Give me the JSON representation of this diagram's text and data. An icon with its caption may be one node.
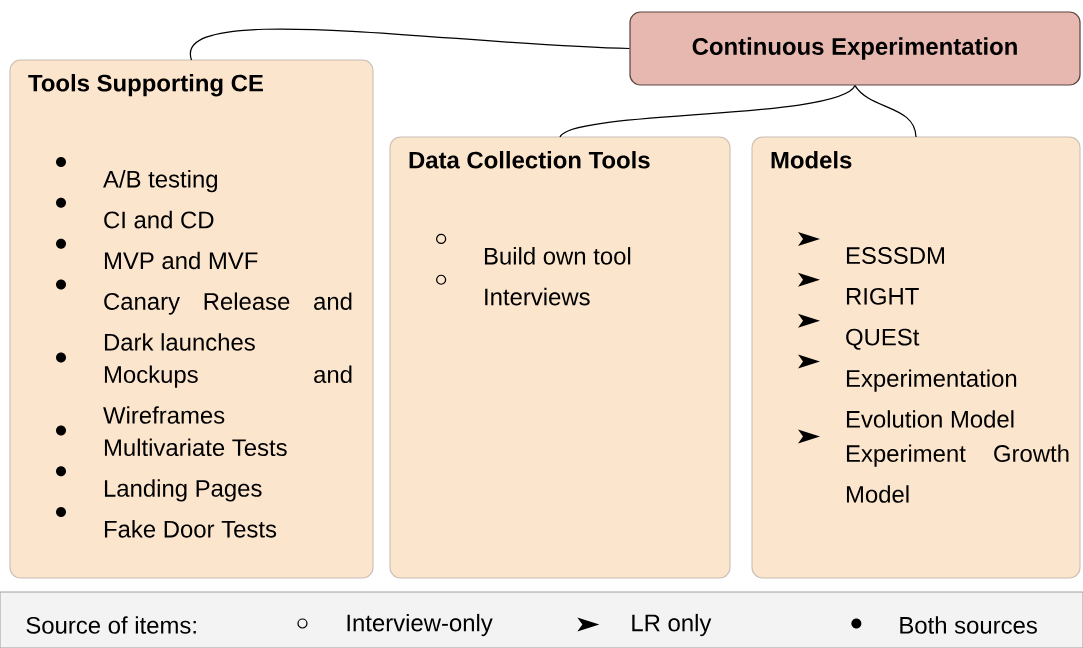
{
  "diagram": {
    "nodes": [
      {
        "text": [
          "Continuous Experimentation"
        ]
      },
      {
        "text": [
          "Tools Supporting CE",
          "A/B testing",
          "CI and CD",
          "MVP and MVF",
          "Canary Release and Dark launches",
          "Mockups and Wireframes",
          "Multivariate Tests",
          "Landing Pages",
          "Fake Door Tests"
        ]
      },
      {
        "text": [
          "Data Collection Tools",
          "Build own tool",
          "Interviews"
        ]
      },
      {
        "text": [
          "Models",
          "ESSSDM",
          "RIGHT",
          "QUESt",
          "Experimentation Evolution Model",
          "Experiment Growth Model"
        ]
      }
    ],
    "edges": [
      {
        "from": 0,
        "to": 1,
        "arrow": "none"
      },
      {
        "from": 0,
        "to": 2,
        "arrow": "none"
      },
      {
        "from": 0,
        "to": 3,
        "arrow": "none"
      }
    ],
    "labels": [
      "Source of items:"
    ],
    "legend": [
      {
        "text": "Interview-only"
      },
      {
        "text": "LR only"
      },
      {
        "text": "Both sources"
      }
    ]
  }
}
